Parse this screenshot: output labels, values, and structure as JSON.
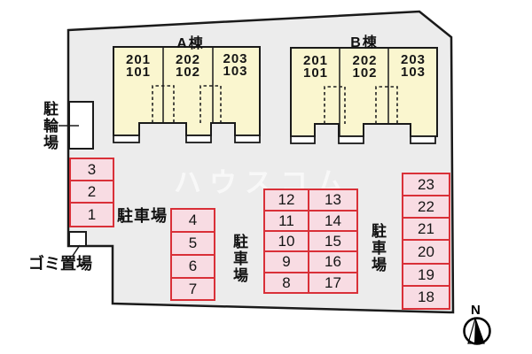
{
  "buildings": [
    {
      "name": "A棟",
      "units": [
        {
          "upper": "201",
          "lower": "101"
        },
        {
          "upper": "202",
          "lower": "102"
        },
        {
          "upper": "203",
          "lower": "103"
        }
      ]
    },
    {
      "name": "B棟",
      "units": [
        {
          "upper": "201",
          "lower": "101"
        },
        {
          "upper": "202",
          "lower": "102"
        },
        {
          "upper": "203",
          "lower": "103"
        }
      ]
    }
  ],
  "labels": {
    "bicycle_parking": "駐輪場",
    "garbage_area": "ゴミ置場",
    "parking_left": "駐車場",
    "parking_middle": "駐車場",
    "parking_right": "駐車場",
    "compass_north": "N"
  },
  "parking_spaces": {
    "left_column": [
      "3",
      "2",
      "1"
    ],
    "middle_column": [
      "4",
      "5",
      "6",
      "7"
    ],
    "center_left_column": [
      "12",
      "11",
      "10",
      "9",
      "8"
    ],
    "center_right_column": [
      "13",
      "14",
      "15",
      "16",
      "17"
    ],
    "right_column": [
      "23",
      "22",
      "21",
      "20",
      "19",
      "18"
    ]
  },
  "watermark": "ハウスコム",
  "colors": {
    "site_fill": "#ececec",
    "outline": "#1a1a1a",
    "building_fill": "#faf6cf",
    "space_fill": "#f8dce3",
    "space_border": "#d93038"
  }
}
